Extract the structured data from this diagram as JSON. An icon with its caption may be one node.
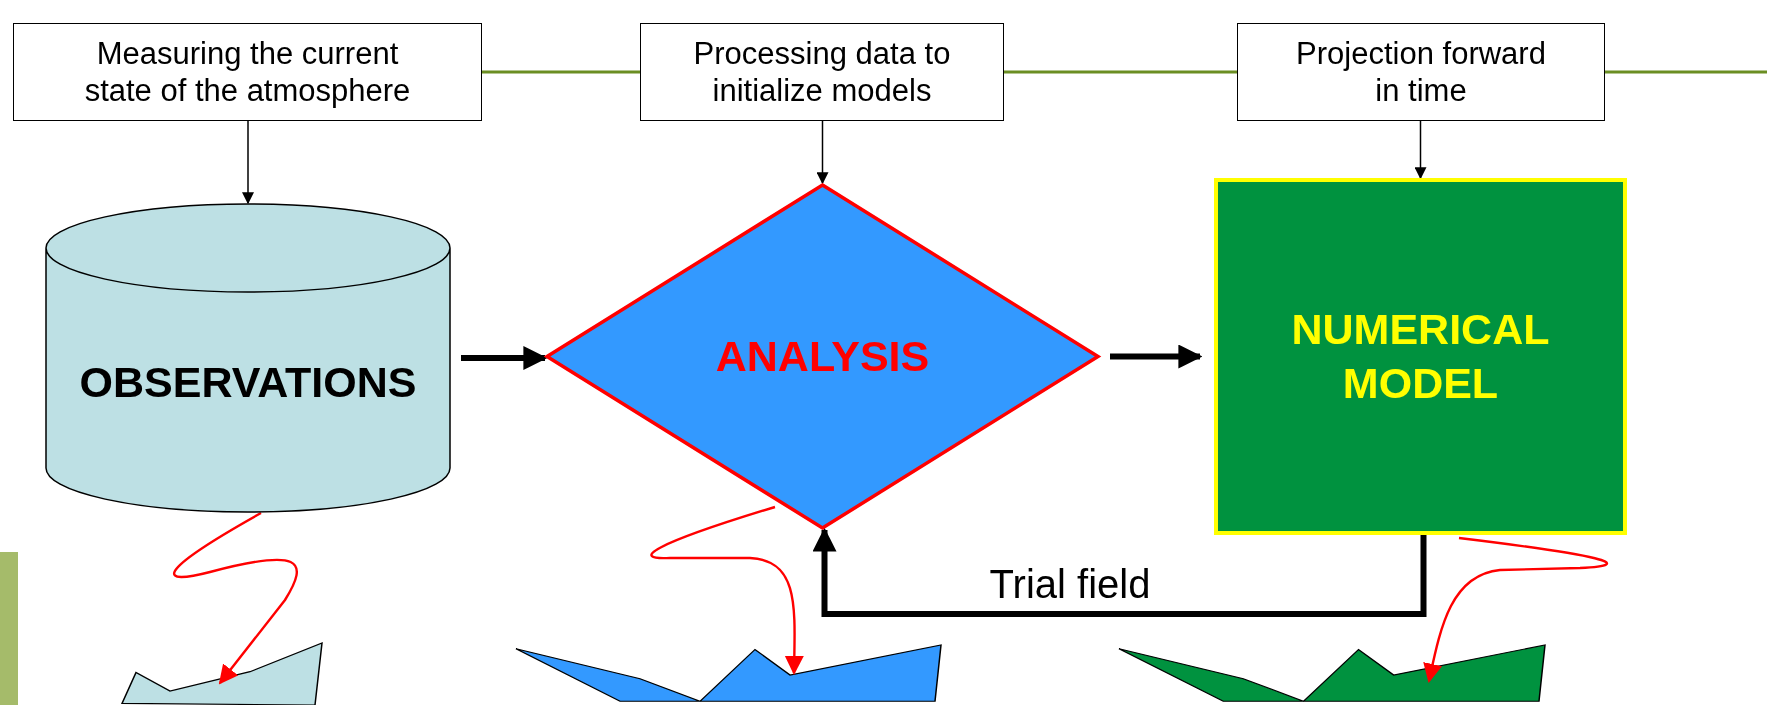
{
  "diagram": {
    "nodes": [
      {
        "text": [
          "Measuring the current state of the atmosphere"
        ]
      },
      {
        "text": [
          "Processing data to initialize models"
        ]
      },
      {
        "text": [
          "Projection forward in time"
        ]
      },
      {
        "text": [
          "OBSERVATIONS"
        ]
      },
      {
        "text": [
          "ANALYSIS"
        ]
      },
      {
        "text": [
          "NUMERICAL MODEL"
        ]
      },
      {
        "text": [],
        "shape": "star"
      },
      {
        "text": [],
        "shape": "star"
      },
      {
        "text": [],
        "shape": "star"
      }
    ],
    "edges": [
      {
        "from": 0,
        "to": 3,
        "arrow": "to"
      },
      {
        "from": 1,
        "to": 4,
        "arrow": "to"
      },
      {
        "from": 2,
        "to": 5,
        "arrow": "to"
      },
      {
        "from": 3,
        "to": 4,
        "arrow": "to",
        "style": "thick"
      },
      {
        "from": 4,
        "to": 5,
        "arrow": "to",
        "style": "thick"
      },
      {
        "from": 5,
        "to": 4,
        "arrow": "to",
        "style": "thick",
        "label": "Trial field"
      },
      {
        "from": 3,
        "to": 6,
        "arrow": "to",
        "color": "#ff0000"
      },
      {
        "from": 4,
        "to": 7,
        "arrow": "to",
        "color": "#ff0000"
      },
      {
        "from": 5,
        "to": 8,
        "arrow": "to",
        "color": "#ff0000"
      }
    ]
  }
}
